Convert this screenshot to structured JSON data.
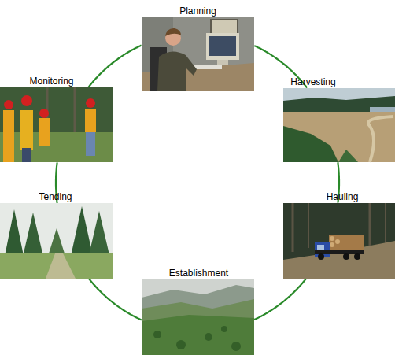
{
  "diagram": {
    "nodes": [
      {
        "text": [
          "Planning"
        ]
      },
      {
        "text": [
          "Harvesting"
        ]
      },
      {
        "text": [
          "Hauling"
        ]
      },
      {
        "text": [
          "Establishment"
        ]
      },
      {
        "text": [
          "Tending"
        ]
      },
      {
        "text": [
          "Monitoring"
        ]
      }
    ],
    "edges": [
      {
        "from": 0,
        "to": 1,
        "arrow": "none"
      },
      {
        "from": 1,
        "to": 2,
        "arrow": "none"
      },
      {
        "from": 2,
        "to": 3,
        "arrow": "none"
      },
      {
        "from": 3,
        "to": 4,
        "arrow": "none"
      },
      {
        "from": 4,
        "to": 5,
        "arrow": "none"
      },
      {
        "from": 5,
        "to": 0,
        "arrow": "none"
      }
    ]
  }
}
